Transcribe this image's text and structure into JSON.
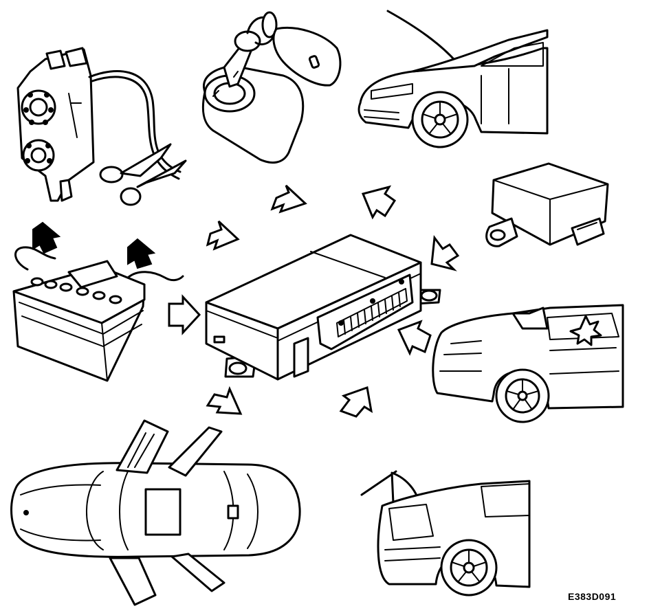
{
  "figure": {
    "code": "E383D091"
  },
  "components": [
    {
      "id": "control-module",
      "icon": "central-control-unit-icon"
    },
    {
      "id": "siren",
      "icon": "siren-icon"
    },
    {
      "id": "ignition",
      "icon": "ignition-key-icon"
    },
    {
      "id": "hood",
      "icon": "open-hood-car-icon"
    },
    {
      "id": "sensor",
      "icon": "sensor-module-icon"
    },
    {
      "id": "glass-break",
      "icon": "broken-window-car-icon"
    },
    {
      "id": "trunk",
      "icon": "open-trunk-car-icon"
    },
    {
      "id": "doors",
      "icon": "open-doors-car-top-icon"
    },
    {
      "id": "battery",
      "icon": "battery-disconnect-icon"
    }
  ],
  "colors": {
    "line": "#000000",
    "background": "#ffffff"
  }
}
